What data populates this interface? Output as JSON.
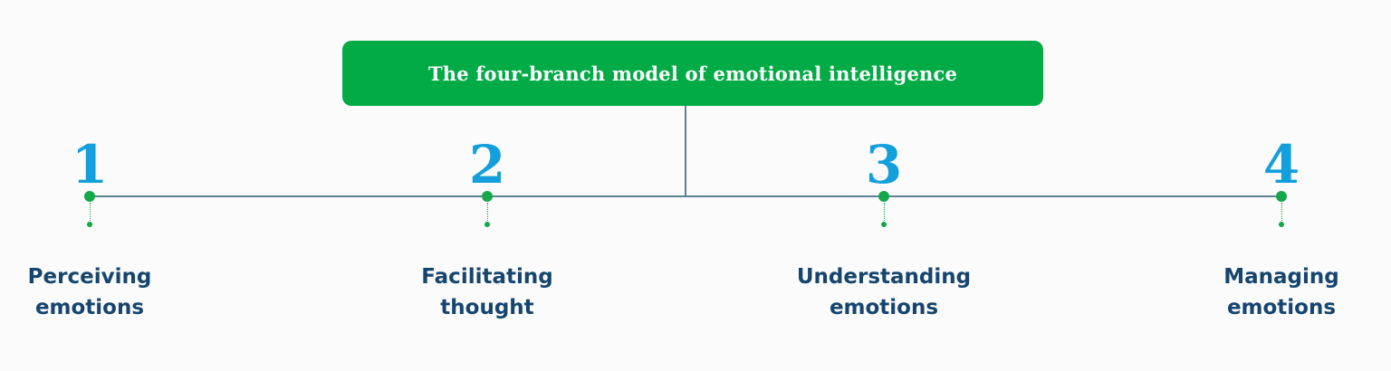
{
  "title": "The four-branch model of emotional intelligence",
  "colors": {
    "title_bg": "#02ab46",
    "number": "#139fdb",
    "label": "#16456e",
    "line": "#5f7f92",
    "dot": "#14a84a"
  },
  "branches": [
    {
      "number": "1",
      "label_line1": "Perceiving",
      "label_line2": "emotions"
    },
    {
      "number": "2",
      "label_line1": "Facilitating",
      "label_line2": "thought"
    },
    {
      "number": "3",
      "label_line1": "Understanding",
      "label_line2": "emotions"
    },
    {
      "number": "4",
      "label_line1": "Managing",
      "label_line2": "emotions"
    }
  ]
}
